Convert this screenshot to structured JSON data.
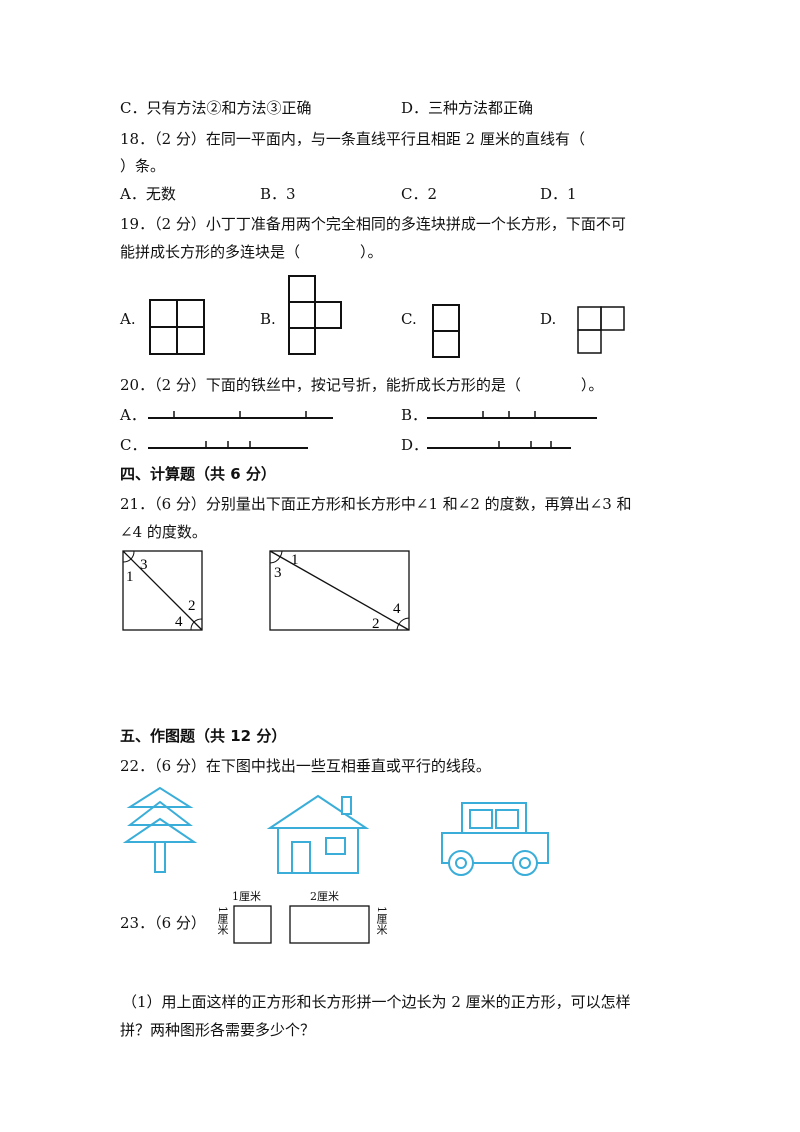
{
  "q17": {
    "optC": "C．只有方法②和方法③正确",
    "optD": "D．三种方法都正确"
  },
  "q18": {
    "line1": "18．（2 分）在同一平面内，与一条直线平行且相距 2 厘米的直线有（",
    "line2": "）条。",
    "opts": [
      "A．无数",
      "B．3",
      "C．2",
      "D．1"
    ]
  },
  "q19": {
    "line1": "19．（2 分）小丁丁准备用两个完全相同的多连块拼成一个长方形，下面不可",
    "line2": "能拼成长方形的多连块是（　　　　）。",
    "opts": [
      "A.",
      "B.",
      "C.",
      "D."
    ]
  },
  "q20": {
    "line1": "20．（2 分）下面的铁丝中，按记号折，能折成长方形的是（　　　　）。",
    "opts": [
      "A．",
      "B．",
      "C．",
      "D．"
    ]
  },
  "section4": {
    "title": "四、计算题（共 6 分）"
  },
  "q21": {
    "line1": "21．（6 分）分别量出下面正方形和长方形中∠1 和∠2 的度数，再算出∠3 和",
    "line2": "∠4 的度数。",
    "angles_square": [
      "1",
      "3",
      "2",
      "4"
    ],
    "angles_rect": [
      "1",
      "3",
      "4",
      "2"
    ]
  },
  "section5": {
    "title": "五、作图题（共 12 分）"
  },
  "q22": {
    "line1": "22．（6 分）在下图中找出一些互相垂直或平行的线段。",
    "line_color": "#3aaed8"
  },
  "q23": {
    "label": "23．（6 分）",
    "sq_top": "1厘米",
    "sq_side": "1厘米",
    "rect_top": "2厘米",
    "rect_side": "1厘米",
    "sub1_line1": "（1）用上面这样的正方形和长方形拼一个边长为 2 厘米的正方形，可以怎样",
    "sub1_line2": "拼？两种图形各需要多少个？"
  }
}
